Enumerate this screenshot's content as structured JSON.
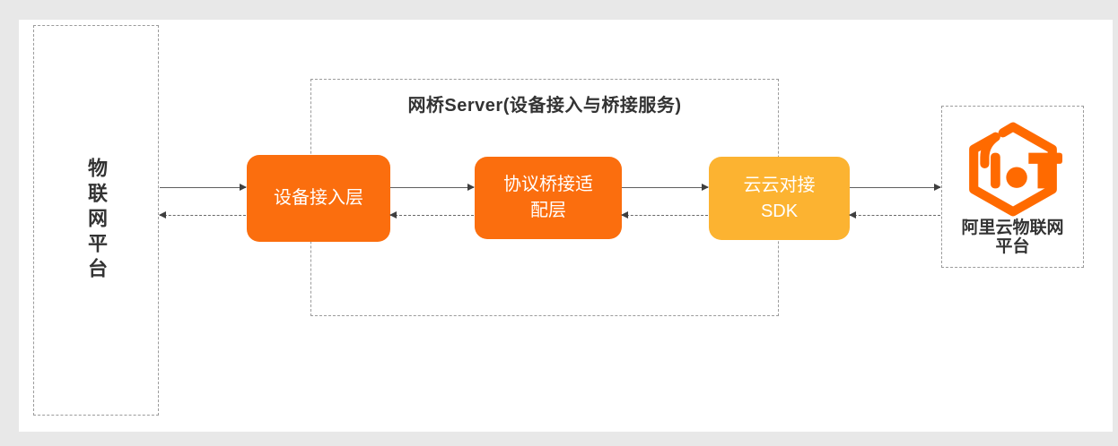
{
  "canvas": {
    "page_background": "#E8E8E8",
    "panel_background": "#FFFFFF"
  },
  "diagram": {
    "left_platform": {
      "label": "物联网平台"
    },
    "bridge_server": {
      "title": "网桥Server(设备接入与桥接服务)",
      "stages": [
        {
          "id": "device-access-layer",
          "lines": [
            "设备接入层"
          ],
          "color_key": "orange"
        },
        {
          "id": "protocol-bridge-adapter-layer",
          "lines": [
            "协议桥接适",
            "配层"
          ],
          "color_key": "orange"
        },
        {
          "id": "cloud-cloud-sdk",
          "lines": [
            "云云对接",
            "SDK"
          ],
          "color_key": "amber"
        }
      ]
    },
    "aliyun_platform": {
      "logo_icon": "aliyun-iot-logo",
      "label_lines": [
        "阿里云物联网",
        "平台"
      ]
    },
    "flows": {
      "forward_style": "solid",
      "backward_style": "dashed"
    },
    "colors": {
      "orange": "#FB6E0E",
      "amber": "#FCB331",
      "logo_orange": "#FF6A00",
      "text_dark": "#333333",
      "arrow_line": "#5E5E5E",
      "arrow_head": "#3F3F3F",
      "dashed_border": "#9B9B9B"
    }
  }
}
